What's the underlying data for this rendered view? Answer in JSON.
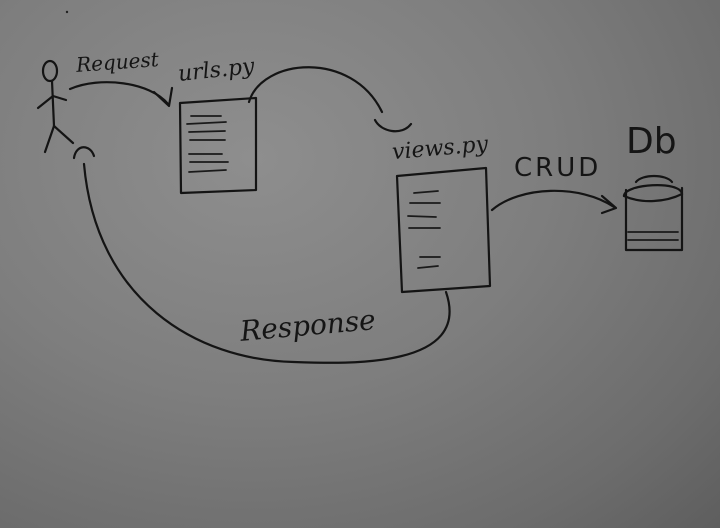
{
  "labels": {
    "request": "Request",
    "urls_file": "urls.py",
    "views_file": "views.py",
    "crud": "CRUD",
    "db": "Db",
    "response": "Response"
  }
}
